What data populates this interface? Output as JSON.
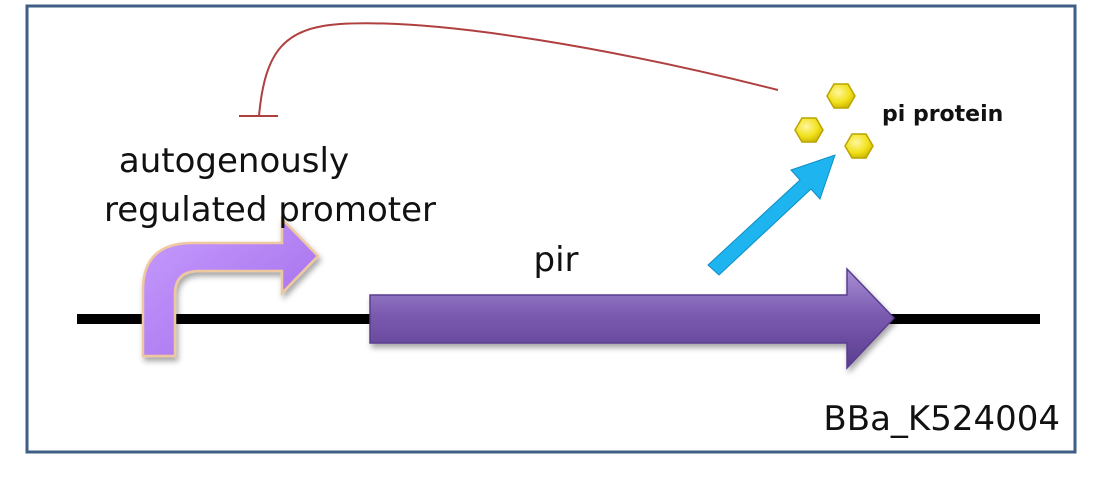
{
  "diagram": {
    "promoter_label_line1": "autogenously",
    "promoter_label_line2": "regulated promoter",
    "gene_label": "pir",
    "protein_label": "pi protein",
    "part_id": "BBa_K524004"
  },
  "colors": {
    "frame_border": "#3f5f86",
    "frame_fill": "#ffffff",
    "dna_line": "#000000",
    "promoter_arrow": "#b07ff0",
    "promoter_outline": "#f0c8a0",
    "gene_arrow": "#7b5bb0",
    "expression_arrow": "#1eb4ef",
    "repression_line": "#b04040",
    "protein_fill": "#f2e11c",
    "protein_outline": "#b9a400"
  },
  "icons": {
    "promoter": "bent-arrow-icon",
    "gene": "block-arrow-icon",
    "protein": "hexagon-icon",
    "expression": "arrow-up-right-icon",
    "repression": "t-bar-inhibition-icon"
  }
}
